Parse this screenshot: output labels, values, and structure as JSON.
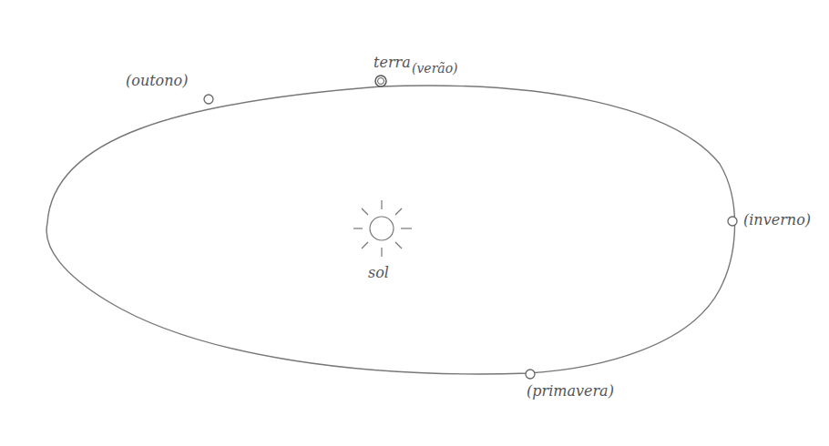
{
  "diagram": {
    "labels": [
      "(outono)",
      "terra",
      "(verão)",
      "(inverno)",
      "(primavera)",
      "sol"
    ]
  }
}
